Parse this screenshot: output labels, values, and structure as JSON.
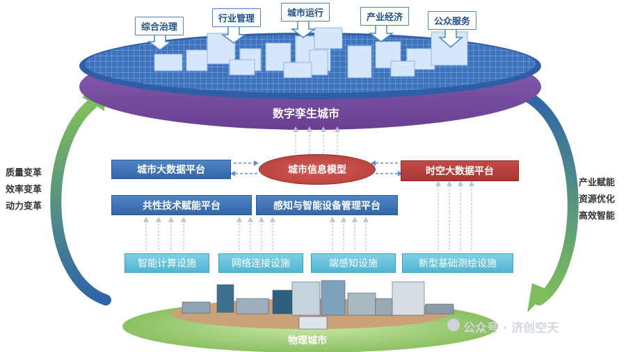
{
  "callouts": [
    "综合治理",
    "行业管理",
    "城市运行",
    "产业经济",
    "公众服务"
  ],
  "digital_city": "数字孪生城市",
  "physical_city": "物理城市",
  "platforms": {
    "big_data": "城市大数据平台",
    "info_model": "城市信息模型",
    "spatiotemporal": "时空大数据平台",
    "common_tech": "共性技术赋能平台",
    "sensing": "感知与智能设备管理平台"
  },
  "infrastructure": [
    "智能计算设施",
    "网络连接设施",
    "端感知设施",
    "新型基础测绘设施"
  ],
  "left_side": [
    "质量变革",
    "效率变革",
    "动力变革"
  ],
  "right_side": [
    "产业赋能",
    "资源优化",
    "高效智能"
  ],
  "watermark": "公众号 · 济创空天",
  "colors": {
    "platform_blue": "#3f75b8",
    "platform_red": "#b2403d",
    "infra_cyan": "#62c0da",
    "top_disc": "#2f5fa8",
    "purple_band": "#7a4ea0",
    "green_ground": "#8fc46a"
  }
}
